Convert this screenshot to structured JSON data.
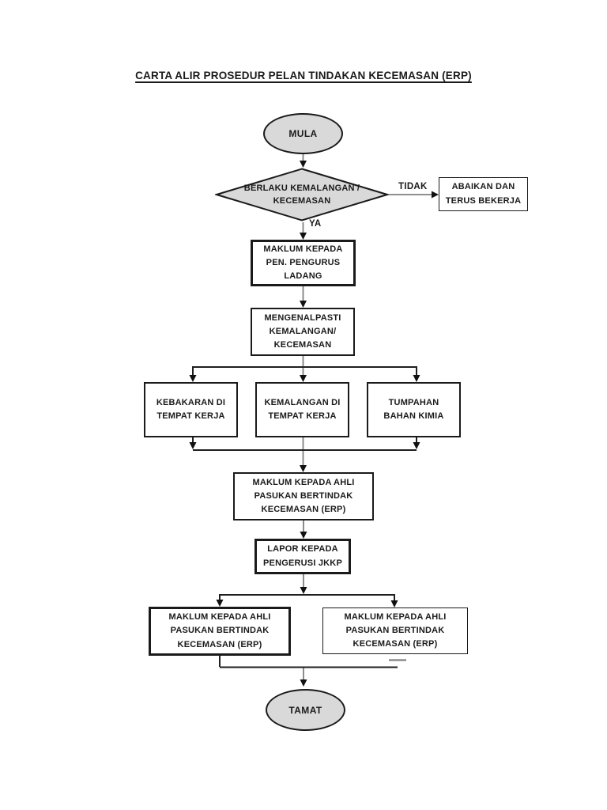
{
  "page": {
    "title": "CARTA ALIR PROSEDUR PELAN TINDAKAN KECEMASAN (ERP)"
  },
  "edge_labels": {
    "no": "TIDAK",
    "yes": "YA"
  },
  "nodes": {
    "start": {
      "type": "terminator",
      "label": "MULA"
    },
    "decision": {
      "type": "decision",
      "lines": [
        "BERLAKU KEMALANGAN /",
        "KECEMASAN"
      ]
    },
    "abaikan": {
      "type": "process",
      "lines": [
        "ABAIKAN DAN",
        "TERUS BEKERJA"
      ]
    },
    "maklum_pengurus": {
      "type": "process",
      "lines": [
        "MAKLUM KEPADA",
        "PEN. PENGURUS",
        "LADANG"
      ]
    },
    "mengenalpasti": {
      "type": "process",
      "lines": [
        "MENGENALPASTI",
        "KEMALANGAN/",
        "KECEMASAN"
      ]
    },
    "kebakaran": {
      "type": "process",
      "lines": [
        "KEBAKARAN DI",
        "TEMPAT KERJA"
      ]
    },
    "kemalangan": {
      "type": "process",
      "lines": [
        "KEMALANGAN DI",
        "TEMPAT KERJA"
      ]
    },
    "tumpahan": {
      "type": "process",
      "lines": [
        "TUMPAHAN",
        "BAHAN KIMIA"
      ]
    },
    "maklum_erp": {
      "type": "process",
      "lines": [
        "MAKLUM KEPADA AHLI",
        "PASUKAN BERTINDAK",
        "KECEMASAN (ERP)"
      ]
    },
    "lapor": {
      "type": "process",
      "lines": [
        "LAPOR KEPADA",
        "PENGERUSI JKKP"
      ]
    },
    "maklum_erp_left": {
      "type": "process",
      "lines": [
        "MAKLUM KEPADA AHLI",
        "PASUKAN BERTINDAK",
        "KECEMASAN (ERP)"
      ]
    },
    "maklum_erp_right": {
      "type": "process",
      "lines": [
        "MAKLUM KEPADA AHLI",
        "PASUKAN BERTINDAK",
        "KECEMASAN (ERP)"
      ]
    },
    "end": {
      "type": "terminator",
      "label": "TAMAT"
    }
  },
  "colors": {
    "shape_fill": "#d9d9d9",
    "shape_border": "#1a1a1a",
    "connector_gray": "#808080",
    "connector_black": "#1f1f1f",
    "text": "#1a1a1a"
  }
}
